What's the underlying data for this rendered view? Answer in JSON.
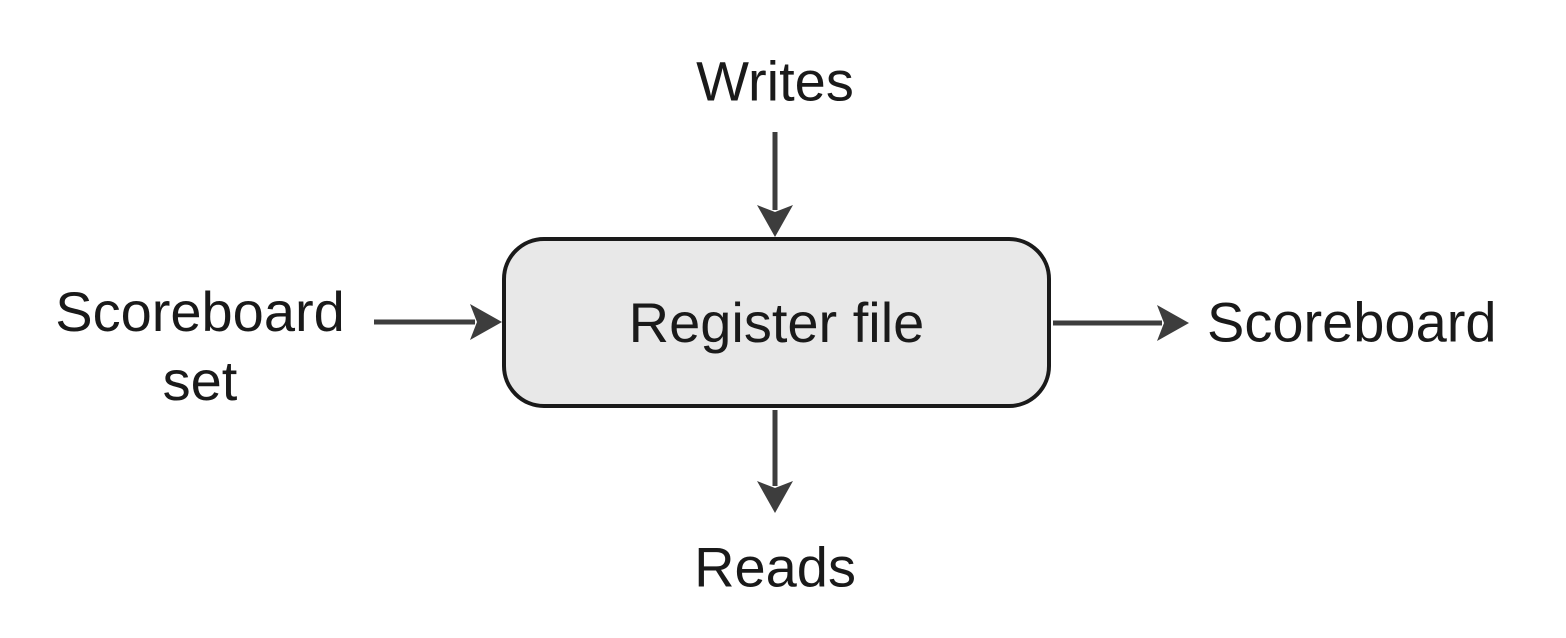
{
  "diagram": {
    "node": {
      "label": "Register file"
    },
    "labels": {
      "top": "Writes",
      "left": "Scoreboard\nset",
      "right": "Scoreboard",
      "bottom": "Reads"
    },
    "colors": {
      "background": "#ffffff",
      "node_fill": "#e8e8e8",
      "node_border": "#1a1a1a",
      "arrow": "#3d3d3d",
      "text": "#1a1a1a"
    }
  }
}
